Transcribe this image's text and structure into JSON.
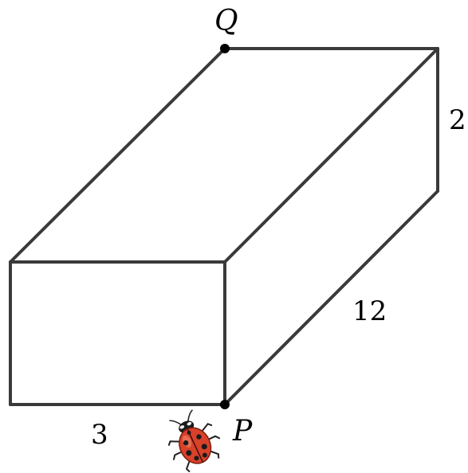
{
  "diagram": {
    "vertex_labels": {
      "top": "Q",
      "bottom": "P"
    },
    "dimension_labels": {
      "height": "2",
      "depth": "12",
      "width": "3"
    },
    "colors": {
      "edge": "#3a3a3a",
      "ladybug_shell": "#d8412a",
      "ladybug_spots": "#1a1a1a"
    },
    "icons": {
      "bug": "ladybug-icon"
    }
  }
}
